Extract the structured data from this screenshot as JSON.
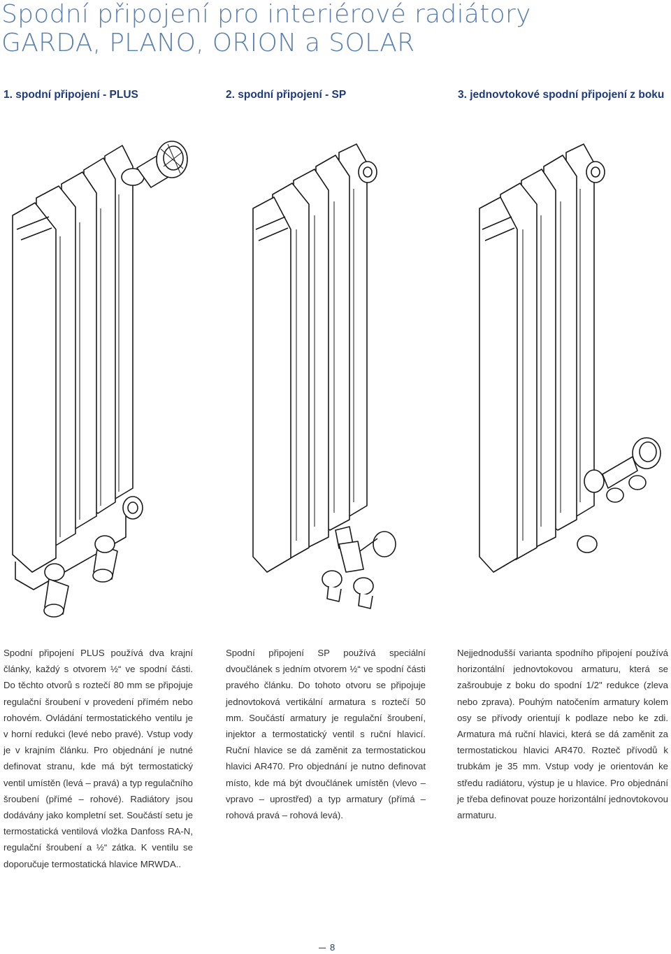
{
  "title": {
    "line1": "Spodní připojení pro interiérové radiátory",
    "line2": "GARDA, PLANO, ORION a SOLAR"
  },
  "columns": [
    {
      "heading": "1. spodní připojení - PLUS",
      "text": "Spodní připojení PLUS používá dva krajní články, každý s otvorem ½“ ve spodní části. Do těchto otvorů s roztečí 80 mm se připojuje regulační šroubení v provedení přímém nebo rohovém. Ovládání termostatického ventilu je v horní redukci (levé nebo pravé). Vstup vody je v krajním článku. Pro objednání je nutné definovat stranu, kde má být termostatický ventil umístěn (levá – pravá) a typ regulačního šroubení (přímé – rohové). Radiátory jsou dodávány jako kompletní set. Součástí setu je termostatická ventilová vložka Danfoss RA-N, regulační šroubení a ½“ zátka. K ventilu se doporučuje termostatická hlavice MRWDA.."
    },
    {
      "heading": "2. spodní připojení - SP",
      "text": "Spodní připojení SP používá speciální dvoučlánek s jedním otvorem ½“ ve spodní části pravého článku. Do tohoto otvoru se připojuje jednovtoková vertikální armatura s roztečí 50 mm. Součástí armatury je regulační šroubení, injektor a termostatický ventil s ruční hlavicí. Ruční hlavice se dá zaměnit za termostatickou hlavici AR470. Pro objednání je nutno definovat místo, kde má být dvoučlánek umístěn (vlevo – vpravo – uprostřed) a typ armatury (přímá – rohová pravá – rohová levá)."
    },
    {
      "heading": "3. jednovtokové spodní připojení z boku",
      "text": "Nejjednodušší varianta spodního připojení používá horizontální jednovtokovou armaturu, která se zašroubuje z boku do spodní 1/2\" redukce (zleva nebo zprava). Pouhým natočením armatury kolem osy se přívody orientují k podlaze nebo ke zdi. Armatura má ruční hlavici, která se dá zaměnit za termostatickou hlavici AR470. Rozteč přívodů k trubkám je 35 mm. Vstup vody je orientován ke středu radiátoru, výstup je u hlavice. Pro objednání je třeba definovat pouze horizontální jednovtokovou armaturu."
    }
  ],
  "page_number": "8",
  "colors": {
    "title": "#5a7fb0",
    "heading": "#1f3a7a",
    "text": "#333333",
    "line": "#1a1a1a"
  }
}
